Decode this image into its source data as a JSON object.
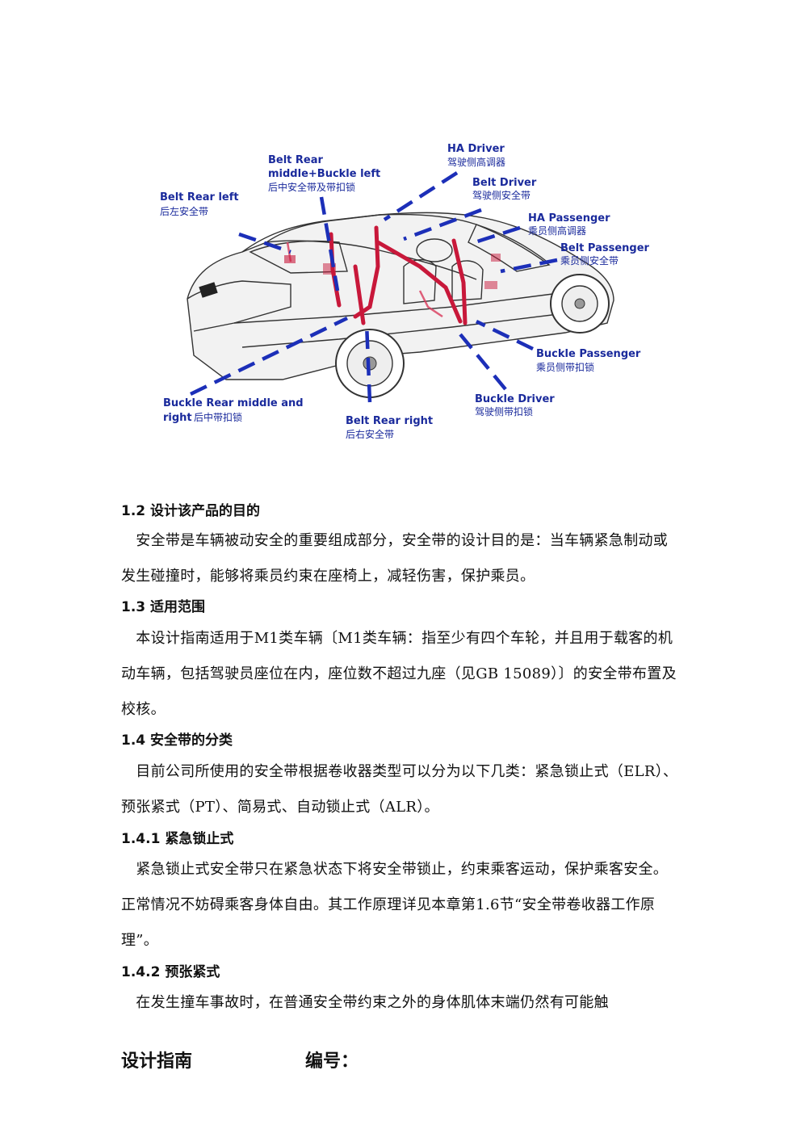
{
  "figure": {
    "labels": [
      {
        "en": "Belt Rear left",
        "cn": "后左安全带"
      },
      {
        "en": "Belt Rear",
        "en2": "middle+Buckle left",
        "cn": "后中安全带及带扣锁"
      },
      {
        "en": "HA Driver",
        "cn": "驾驶侧高调器"
      },
      {
        "en": "Belt Driver",
        "cn": "驾驶侧安全带"
      },
      {
        "en": "HA Passenger",
        "cn": "乘员侧高调器"
      },
      {
        "en": "Belt Passenger",
        "cn": "乘员侧安全带"
      },
      {
        "en": "Buckle Passenger",
        "cn": "乘员侧带扣锁"
      },
      {
        "en": "Buckle Driver",
        "cn": "驾驶侧带扣锁"
      },
      {
        "en": "Belt Rear right",
        "cn": "后右安全带"
      },
      {
        "en": "Buckle Rear middle and",
        "en2": "right",
        "cn": "后中带扣锁"
      }
    ]
  },
  "sections": [
    {
      "heading": "1.2 设计该产品的目的"
    },
    {
      "paragraph": "　安全带是车辆被动安全的重要组成部分，安全带的设计目的是：当车辆紧急制动或发生碰撞时，能够将乘员约束在座椅上，减轻伤害，保护乘员。"
    },
    {
      "heading": "1.3 适用范围"
    },
    {
      "paragraph": "　本设计指南适用于M1类车辆〔M1类车辆：指至少有四个车轮，并且用于载客的机动车辆，包括驾驶员座位在内，座位数不超过九座（见GB 15089）〕的安全带布置及校核。"
    },
    {
      "heading": "1.4 安全带的分类"
    },
    {
      "paragraph": "　目前公司所使用的安全带根据卷收器类型可以分为以下几类：紧急锁止式（ELR）、预张紧式（PT）、简易式、自动锁止式（ALR）。"
    },
    {
      "heading": "1.4.1 紧急锁止式"
    },
    {
      "paragraph": "　紧急锁止式安全带只在紧急状态下将安全带锁止，约束乘客运动，保护乘客安全。正常情况不妨碍乘客身体自由。其工作原理详见本章第1.6节“安全带卷收器工作原理”。"
    },
    {
      "heading": "1.4.2 预张紧式"
    },
    {
      "paragraph": "　在发生撞车事故时，在普通安全带约束之外的身体肌体末端仍然有可能触"
    }
  ],
  "footer": {
    "left": "设计指南",
    "right": "编号："
  },
  "colors": {
    "callout": "#1a2a9c",
    "leader": "#1c2fb8",
    "belt": "#c8183a"
  }
}
